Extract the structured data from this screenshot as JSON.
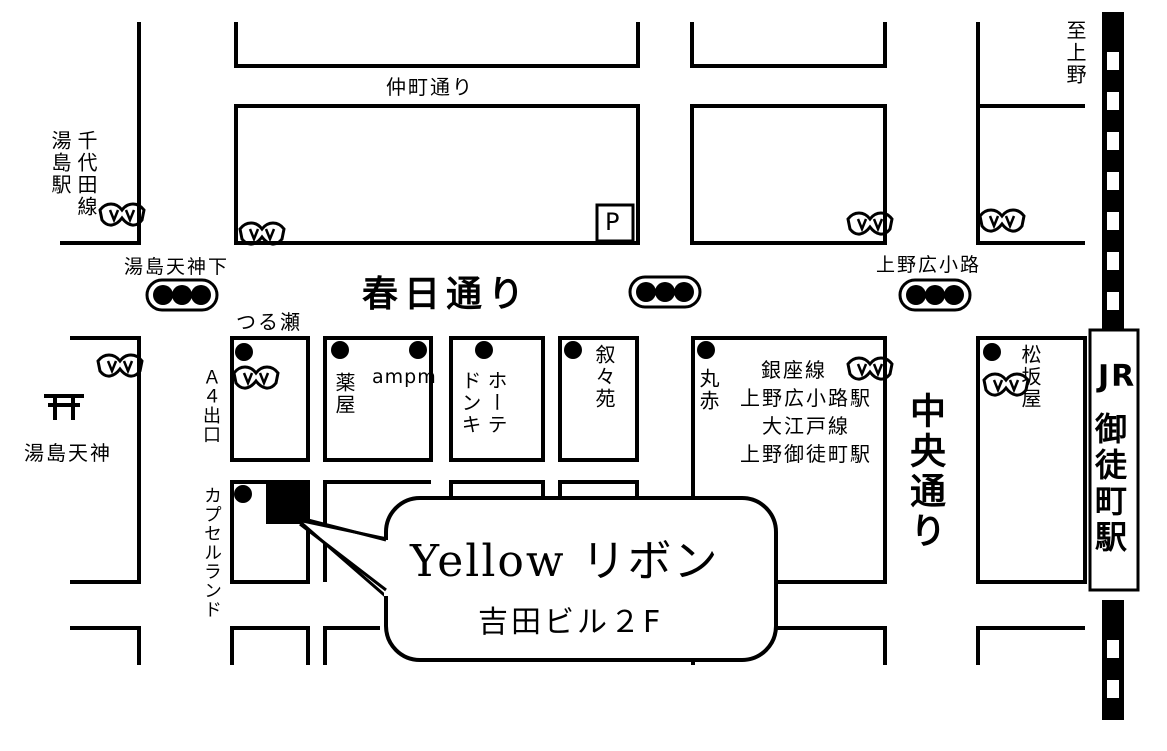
{
  "map": {
    "streets": {
      "nakamachi": "仲町通り",
      "kasuga": "春日通り",
      "chuo": "中央通り"
    },
    "stations": {
      "yushima_chiyoda": "湯島千代田線駅",
      "yushima_chiyoda_left": "湯島駅",
      "yushima_chiyoda_right": "千代田線",
      "to_ueno": "至上野",
      "ginza_line": "銀座線",
      "ueno_hirokoji_station": "上野広小路駅",
      "oedo_line": "大江戸線",
      "ueno_okachimachi_station": "上野御徒町駅",
      "jr_line": "JR",
      "jr_station": "御徒町駅"
    },
    "intersections": {
      "yushima_tenjin_shita": "湯島天神下",
      "ueno_hirokoji": "上野広小路"
    },
    "landmarks": {
      "tsurusei": "つる瀬",
      "exit_a4": "Ａ４出口",
      "yushima_tenjin": "湯島天神",
      "shrine_symbol": "⛩",
      "pharmacy": "薬屋",
      "ampm": "ampm",
      "donki_left": "ドンキ",
      "donki_right": "ホーテ",
      "jojoen": "叙々苑",
      "marukaku": "丸赤",
      "matsuzakaya": "松坂屋",
      "capsule_land": "カプセルランド",
      "parking": "P"
    },
    "callout": {
      "title": "Yellow リボン",
      "subtitle": "吉田ビル２F"
    },
    "colors": {
      "ink": "#000000",
      "paper": "#ffffff"
    },
    "icons": {
      "subway": "subway-mark-icon",
      "traffic_light": "traffic-light-icon",
      "shrine": "torii-icon",
      "store_dot": "store-dot-icon",
      "target": "target-building-icon"
    }
  }
}
